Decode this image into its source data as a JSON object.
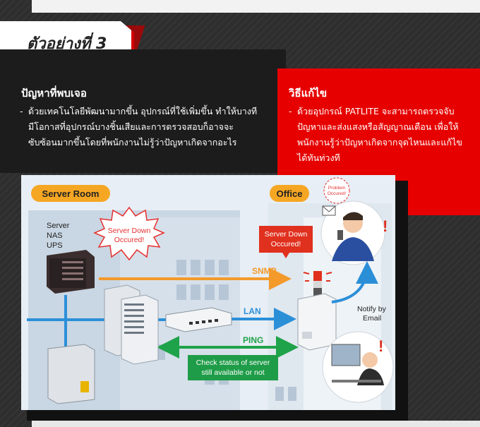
{
  "example_label": "ตัวอย่างที่ 3",
  "problem": {
    "heading": "ปัญหาที่พบเจอ",
    "bullet": "-",
    "lines": [
      "ด้วยเทคโนโลยีพัฒนามากขึ้น อุปกรณ์ที่ใช้เพิ่มขึ้น ทำให้บางที",
      "มีโอกาสที่อุปกรณ์บางชิ้นเสียและการตรวจสอบก็อาจจะ",
      "ซับซ้อนมากขึ้นโดยที่พนักงานไม่รู้ว่าปัญหาเกิดจากอะไร"
    ]
  },
  "solution": {
    "heading": "วิธีแก้ไข",
    "bullet": "-",
    "lines": [
      "ด้วยอุปกรณ์ PATLITE จะสามารถตรวจจับ",
      "ปัญหาและส่งแสงหรือสัญญาณเตือน เพื่อให้",
      "พนักงานรู้ว่าปัญหาเกิดจากจุดไหนและแก้ไข",
      "ได้ทันท่วงที"
    ]
  },
  "diagram": {
    "server_room_label": "Server Room",
    "office_label": "Office",
    "devices_label": [
      "Server",
      "NAS",
      "UPS"
    ],
    "server_down_burst": [
      "Server Down",
      "Occured!"
    ],
    "server_down_box": [
      "Server Down",
      "Occured!"
    ],
    "problem_occured": [
      "Problem",
      "Occured!"
    ],
    "snmp": "SNMP",
    "lan": "LAN",
    "ping": "PING",
    "check_status": [
      "Check status of server",
      "still available or not"
    ],
    "notify": [
      "Notify by",
      "Email"
    ],
    "exclaim": "!"
  },
  "colors": {
    "accent_red": "#e60000",
    "dark_panel": "#1c1c1c",
    "snmp_orange": "#f39a2b",
    "lan_blue": "#2b8fd8",
    "ping_green": "#1fa34a",
    "label_orange": "#f5a623"
  }
}
